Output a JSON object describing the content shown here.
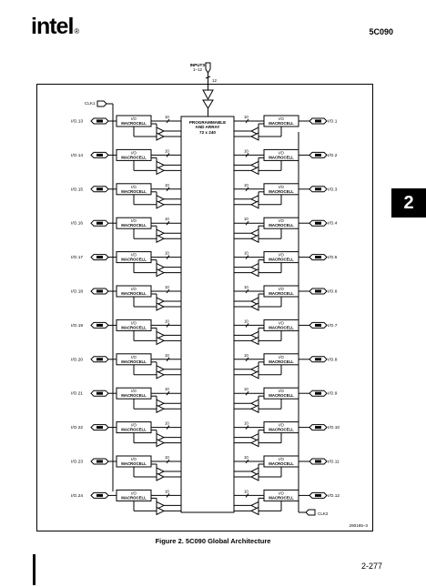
{
  "header": {
    "logo": "intel",
    "part_number": "5C090",
    "section_tab": "2"
  },
  "diagram": {
    "inputs_label": "INPUTS",
    "inputs_range": "1–12",
    "inputs_count": "12",
    "array_label_1": "PROGRAMMABLE",
    "array_label_2": "AND ARRAY",
    "array_size": "72 x 240",
    "macrocell_line1": "I/O",
    "macrocell_line2": "MACROCELL",
    "bus_width": "10",
    "clk1": "CLK1",
    "clk2": "CLK2",
    "left_pins": [
      "I/O.13",
      "I/O.14",
      "I/O.15",
      "I/O.16",
      "I/O.17",
      "I/O.18",
      "I/O.19",
      "I/O.20",
      "I/O.21",
      "I/O.22",
      "I/O.23",
      "I/O.24"
    ],
    "right_pins": [
      "I/O.1",
      "I/O.2",
      "I/O.3",
      "I/O.4",
      "I/O.5",
      "I/O.6",
      "I/O.7",
      "I/O.8",
      "I/O.9",
      "I/O.10",
      "I/O.11",
      "I/O.12"
    ],
    "figure_ref": "290195–3"
  },
  "caption": "Figure 2. 5C090 Global Architecture",
  "page_number": "2-277"
}
